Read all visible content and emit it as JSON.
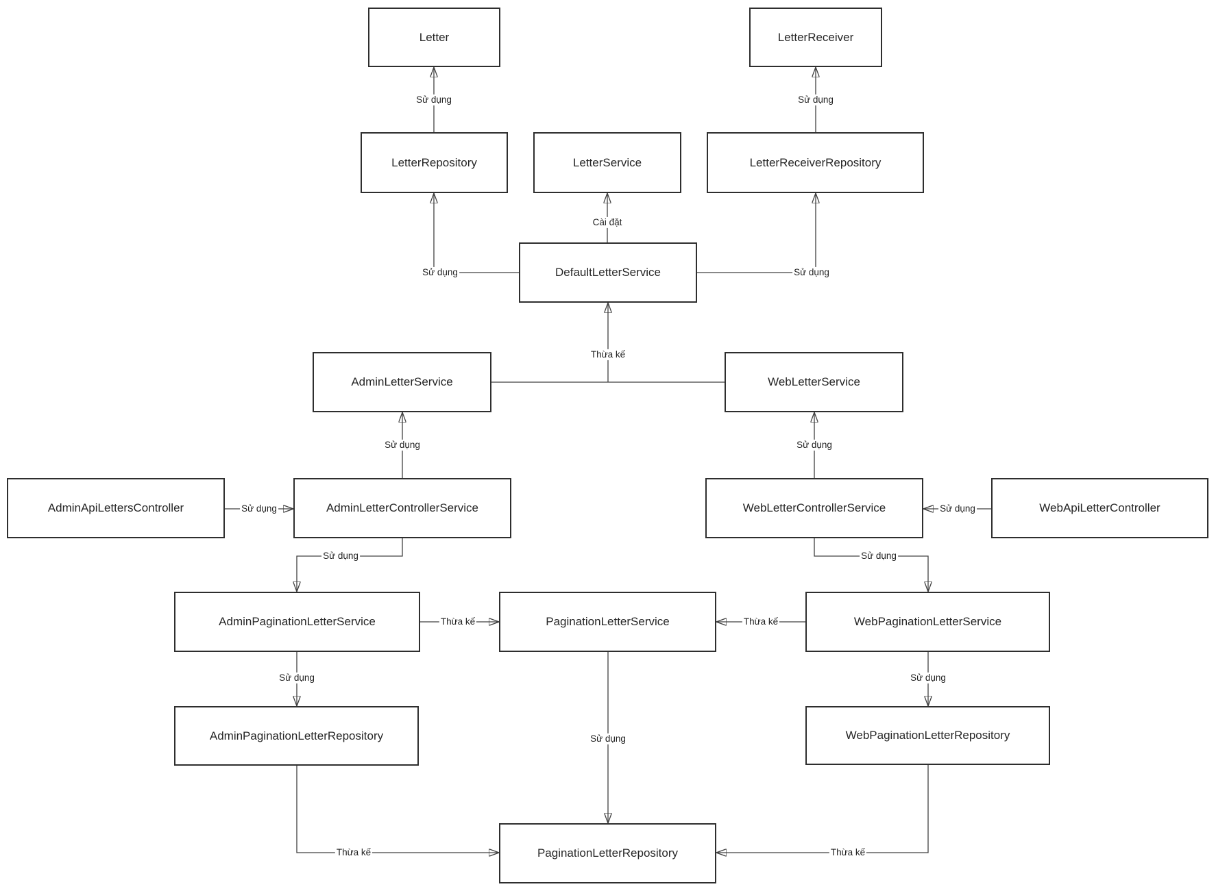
{
  "diagram": {
    "colors": {
      "background": "#ffffff",
      "box_border": "#2e2e2e",
      "box_fill": "#ffffff",
      "line": "#404040",
      "arrowhead": "#1a1a1a",
      "text": "#262626"
    },
    "relationship_types": [
      "Sử dụng",
      "Cài đặt",
      "Thừa kế"
    ],
    "nodes": [
      {
        "id": "letter",
        "label": "Letter"
      },
      {
        "id": "letter-receiver",
        "label": "LetterReceiver"
      },
      {
        "id": "letter-repository",
        "label": "LetterRepository"
      },
      {
        "id": "letter-service",
        "label": "LetterService"
      },
      {
        "id": "letter-receiver-repository",
        "label": "LetterReceiverRepository"
      },
      {
        "id": "default-letter-service",
        "label": "DefaultLetterService"
      },
      {
        "id": "admin-letter-service",
        "label": "AdminLetterService"
      },
      {
        "id": "web-letter-service",
        "label": "WebLetterService"
      },
      {
        "id": "admin-api-letters-controller",
        "label": "AdminApiLettersController"
      },
      {
        "id": "admin-letter-controller-service",
        "label": "AdminLetterControllerService"
      },
      {
        "id": "web-letter-controller-service",
        "label": "WebLetterControllerService"
      },
      {
        "id": "web-api-letter-controller",
        "label": "WebApiLetterController"
      },
      {
        "id": "admin-pagination-letter-service",
        "label": "AdminPaginationLetterService"
      },
      {
        "id": "pagination-letter-service",
        "label": "PaginationLetterService"
      },
      {
        "id": "web-pagination-letter-service",
        "label": "WebPaginationLetterService"
      },
      {
        "id": "admin-pagination-letter-repository",
        "label": "AdminPaginationLetterRepository"
      },
      {
        "id": "web-pagination-letter-repository",
        "label": "WebPaginationLetterRepository"
      },
      {
        "id": "pagination-letter-repository",
        "label": "PaginationLetterRepository"
      }
    ],
    "edges": [
      {
        "from": "letter-repository",
        "to": "letter",
        "label": "Sử dụng"
      },
      {
        "from": "letter-receiver-repository",
        "to": "letter-receiver",
        "label": "Sử dụng"
      },
      {
        "from": "default-letter-service",
        "to": "letter-service",
        "label": "Cài đặt"
      },
      {
        "from": "default-letter-service",
        "to": "letter-repository",
        "label": "Sử dụng"
      },
      {
        "from": "default-letter-service",
        "to": "letter-receiver-repository",
        "label": "Sử dụng"
      },
      {
        "from": "admin-letter-service / web-letter-service",
        "to": "default-letter-service",
        "label": "Thừa kế"
      },
      {
        "from": "admin-letter-controller-service",
        "to": "admin-letter-service",
        "label": "Sử dụng"
      },
      {
        "from": "web-letter-controller-service",
        "to": "web-letter-service",
        "label": "Sử dụng"
      },
      {
        "from": "admin-api-letters-controller",
        "to": "admin-letter-controller-service",
        "label": "Sử dụng"
      },
      {
        "from": "web-api-letter-controller",
        "to": "web-letter-controller-service",
        "label": "Sử dụng"
      },
      {
        "from": "admin-letter-controller-service",
        "to": "admin-pagination-letter-service",
        "label": "Sử dụng"
      },
      {
        "from": "web-letter-controller-service",
        "to": "web-pagination-letter-service",
        "label": "Sử dụng"
      },
      {
        "from": "admin-pagination-letter-service",
        "to": "pagination-letter-service",
        "label": "Thừa kế"
      },
      {
        "from": "web-pagination-letter-service",
        "to": "pagination-letter-service",
        "label": "Thừa kế"
      },
      {
        "from": "admin-pagination-letter-service",
        "to": "admin-pagination-letter-repository",
        "label": "Sử dụng"
      },
      {
        "from": "web-pagination-letter-service",
        "to": "web-pagination-letter-repository",
        "label": "Sử dụng"
      },
      {
        "from": "pagination-letter-service",
        "to": "pagination-letter-repository",
        "label": "Sử dụng"
      },
      {
        "from": "admin-pagination-letter-repository",
        "to": "pagination-letter-repository",
        "label": "Thừa kế"
      },
      {
        "from": "web-pagination-letter-repository",
        "to": "pagination-letter-repository",
        "label": "Thừa kế"
      }
    ]
  }
}
